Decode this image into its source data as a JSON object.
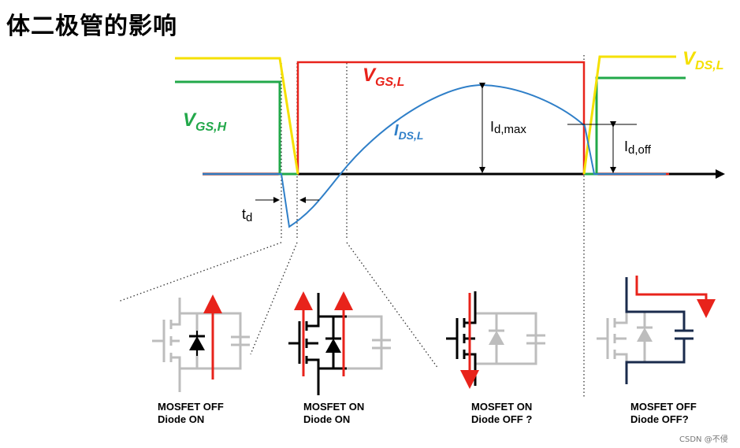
{
  "title": "体二极管的影响",
  "colors": {
    "vds": "#f5e000",
    "vgsH": "#22a84a",
    "vgsL": "#e8231b",
    "ids": "#2f7fc8",
    "axis": "#000000",
    "ghost": "#bdbdbd",
    "red": "#e8231b",
    "navy": "#1a2b4c"
  },
  "labels": {
    "vds_main": "V",
    "vds_sub": "DS,L",
    "vgsl_main": "V",
    "vgsl_sub": "GS,L",
    "vgsh_main": "V",
    "vgsh_sub": "GS,H",
    "ids_main": "I",
    "ids_sub": "DS,L",
    "idmax_main": "I",
    "idmax_sub": "d,max",
    "idoff_main": "I",
    "idoff_sub": "d,off",
    "td_main": "t",
    "td_sub": "d"
  },
  "states": [
    {
      "line1": "MOSFET OFF",
      "line2": "Diode ON"
    },
    {
      "line1": "MOSFET ON",
      "line2": "Diode ON"
    },
    {
      "line1": "MOSFET ON",
      "line2": "Diode OFF ?"
    },
    {
      "line1": "MOSFET OFF",
      "line2": "Diode OFF?"
    }
  ],
  "watermark": "CSDN @不侵"
}
